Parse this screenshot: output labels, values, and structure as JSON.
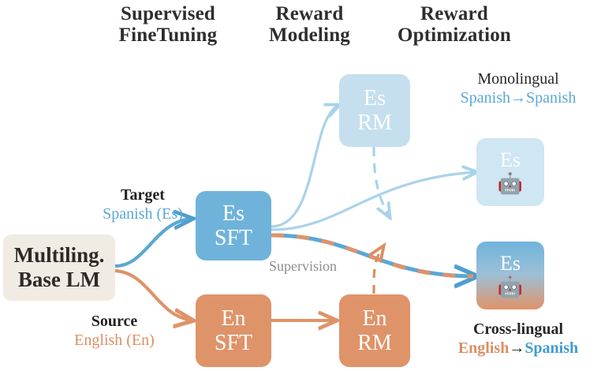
{
  "figure": {
    "columns": [
      {
        "line1": "Supervised",
        "line2": "FineTuning"
      },
      {
        "line1": "Reward",
        "line2": "Modeling"
      },
      {
        "line1": "Reward",
        "line2": "Optimization"
      }
    ],
    "base_model": {
      "line1": "Multiling.",
      "line2": "Base LM"
    },
    "branch_labels": [
      {
        "title": "Target",
        "language": "Spanish (Es)",
        "color": "#5ba7d4"
      },
      {
        "title": "Source",
        "language": "English (En)",
        "color": "#d98f63"
      }
    ],
    "nodes": [
      {
        "id": "es-sft",
        "line1": "Es",
        "line2": "SFT",
        "color": "#6fb3db"
      },
      {
        "id": "en-sft",
        "line1": "En",
        "line2": "SFT",
        "color": "#df9369"
      },
      {
        "id": "es-rm",
        "line1": "Es",
        "line2": "RM",
        "color": "#c5dfef"
      },
      {
        "id": "en-rm",
        "line1": "En",
        "line2": "RM",
        "color": "#df9369"
      }
    ],
    "outputs": [
      {
        "id": "monolingual-model",
        "label": "Es",
        "icon": "robot-emoji"
      },
      {
        "id": "crosslingual-model",
        "label": "Es",
        "icon": "robot-emoji"
      }
    ],
    "results": [
      {
        "id": "monolingual",
        "title": "Monolingual",
        "bold": false,
        "source": "Spanish",
        "arrow": "→",
        "target": "Spanish",
        "source_color": "#5ba7d4",
        "target_color": "#5ba7d4"
      },
      {
        "id": "cross-lingual",
        "title": "Cross-lingual",
        "bold": true,
        "source": "English",
        "arrow": "→",
        "target": "Spanish",
        "source_color": "#d98f63",
        "target_color": "#3f9bd4"
      }
    ],
    "supervision_label": "Supervision",
    "icons": {
      "robot": "🤖"
    },
    "palette": {
      "blue": "#6fb3db",
      "light_blue": "#c5dfef",
      "orange": "#df9369",
      "beige": "#f0ece3",
      "text_dark": "#2e2e2e",
      "gray_text": "#8e8e8e"
    }
  }
}
